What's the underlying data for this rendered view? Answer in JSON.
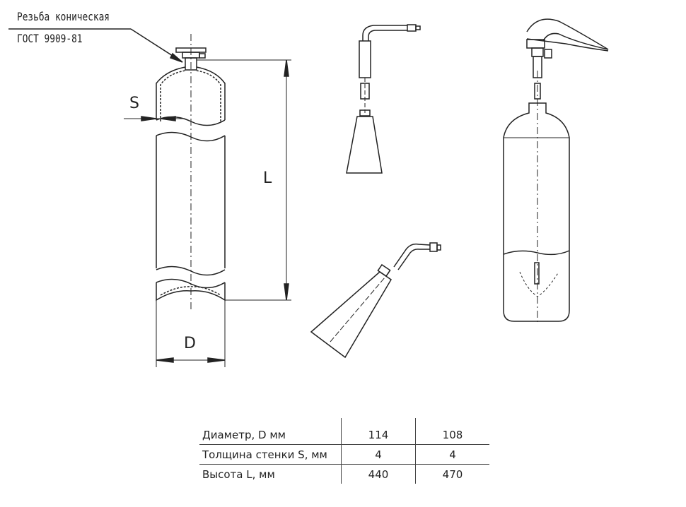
{
  "callout": {
    "line1": "Резьба коническая",
    "line2": "ГОСТ 9909-81"
  },
  "dimensions": {
    "s": "S",
    "l": "L",
    "d": "D"
  },
  "table": {
    "rows": [
      {
        "label": "Диаметр, D мм",
        "values": [
          "114",
          "108"
        ]
      },
      {
        "label": "Толщина стенки S, мм",
        "values": [
          "4",
          "4"
        ]
      },
      {
        "label": "Высота L, мм",
        "values": [
          "440",
          "470"
        ]
      }
    ]
  }
}
